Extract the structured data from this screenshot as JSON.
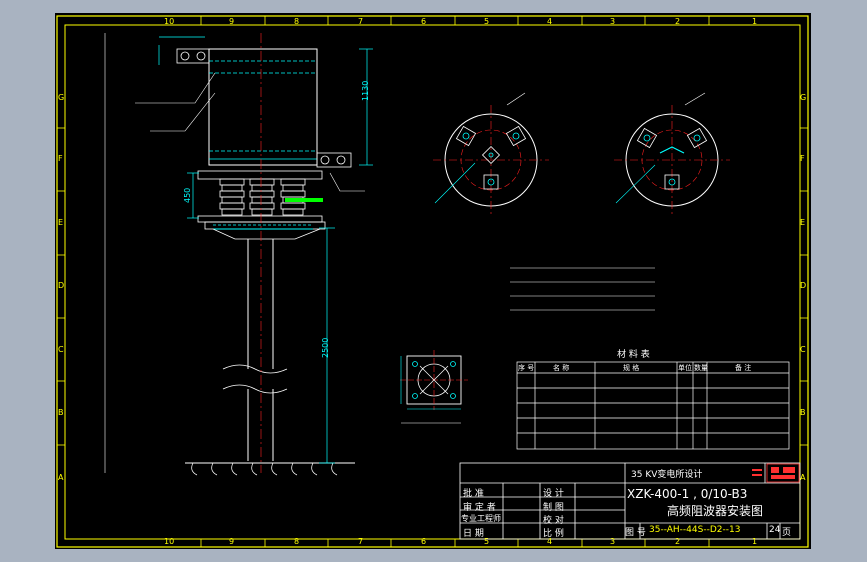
{
  "frame": {
    "col_labels": [
      "10",
      "9",
      "8",
      "7",
      "6",
      "5",
      "4",
      "3",
      "2",
      "1"
    ],
    "row_labels": [
      "G",
      "F",
      "E",
      "D",
      "C",
      "B",
      "A"
    ]
  },
  "elevation_view": {
    "dimensions": {
      "total_height": "2500",
      "body_height": "1130",
      "post_height": "450"
    }
  },
  "title_block": {
    "design_unit": "35 KV变电所设计",
    "model": "XZK-400-1 , 0/10-B3",
    "drawing_title": "高频阻波器安装图",
    "drawing_no_label": "图 号",
    "drawing_no": "35--AH--44S--D2--13",
    "sheet_no": "24",
    "sheet_suffix": "页",
    "rows": [
      {
        "left": "批 准",
        "mid": "设 计"
      },
      {
        "left": "审 定 者",
        "mid": "制 图"
      },
      {
        "left": "专业工程师",
        "mid": "校 对"
      },
      {
        "left": "日 期",
        "mid": "比 例"
      }
    ]
  },
  "materials_table": {
    "title": "材 料 表",
    "headers": [
      "序 号",
      "名 称",
      "规 格",
      "单位",
      "数量",
      "备 注"
    ]
  },
  "colors": {
    "frame": "#ffff00",
    "drawing": "#ffffff",
    "dimension": "#00ffff",
    "center_line": "#ff2020",
    "accent": "#00ff00"
  }
}
